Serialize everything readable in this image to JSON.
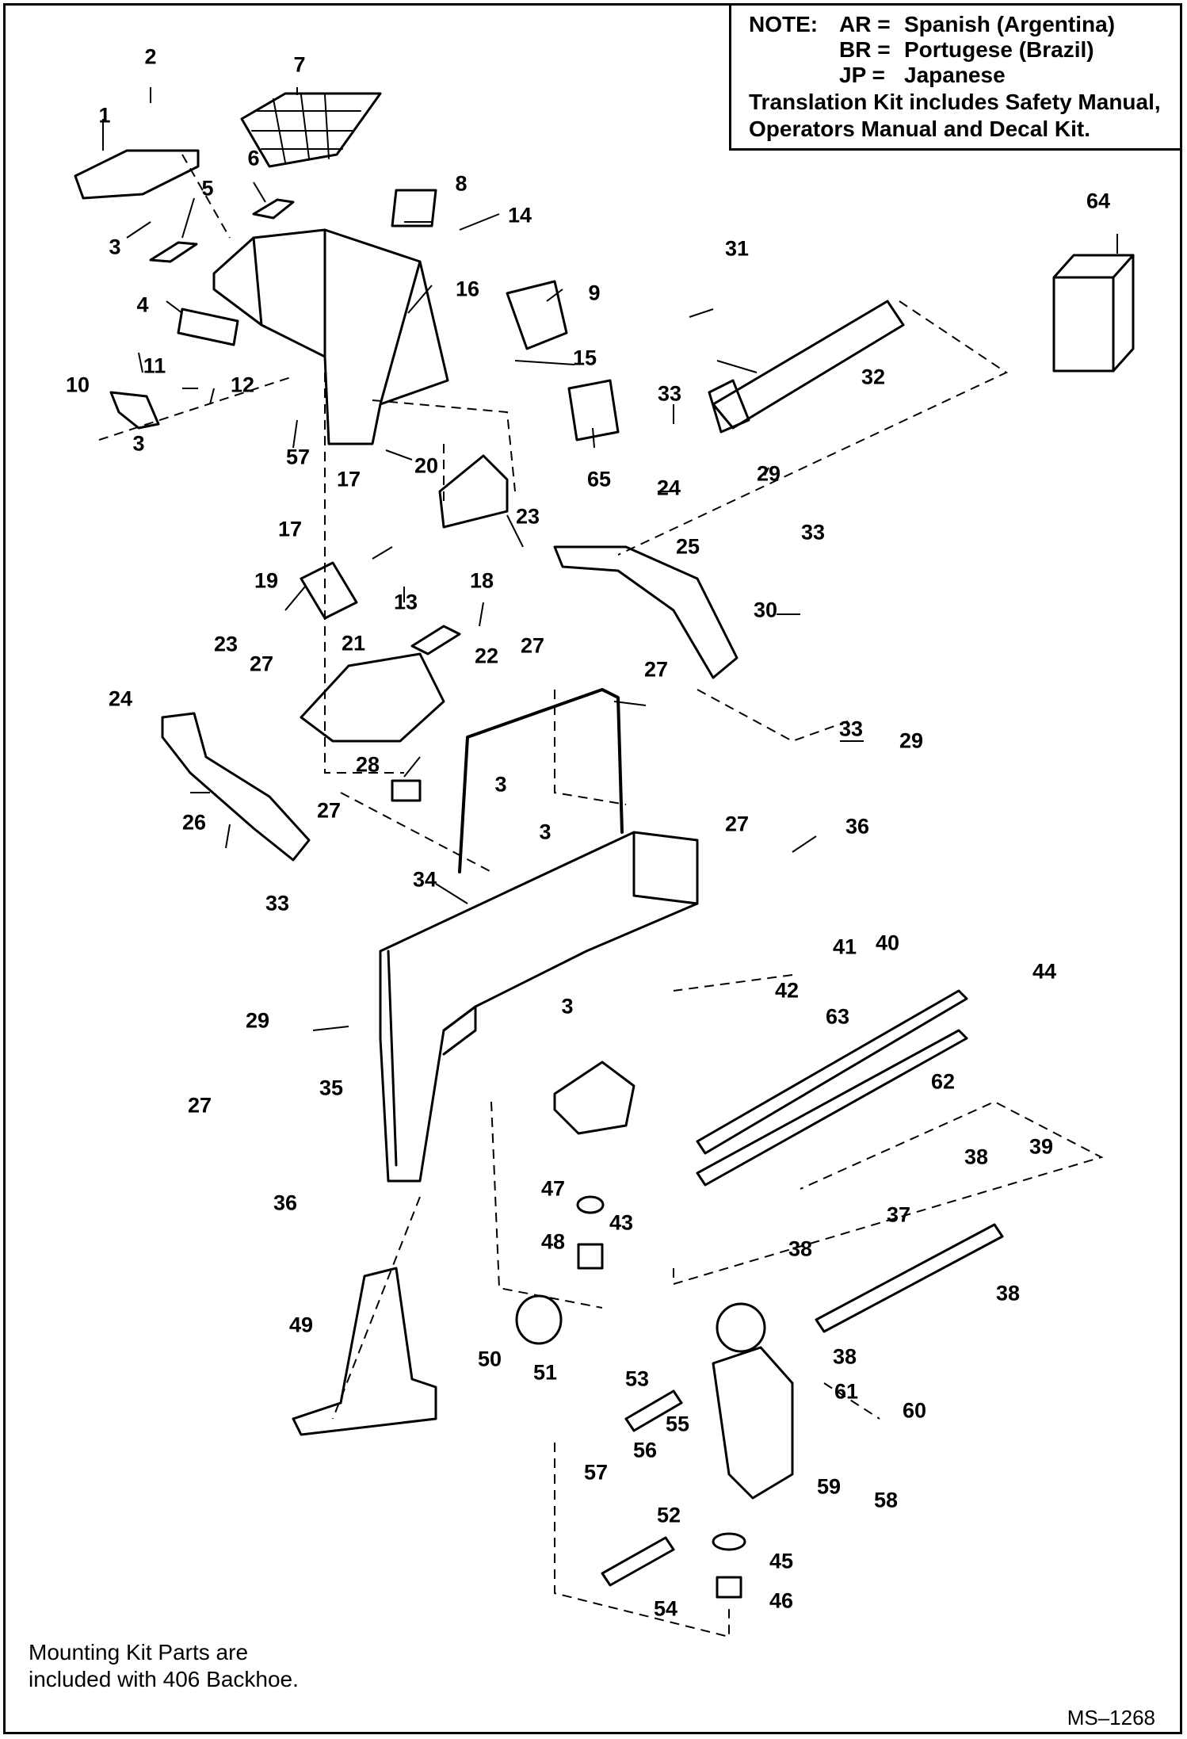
{
  "note": {
    "heading": "NOTE:",
    "lines": [
      {
        "code": "AR =",
        "language": "Spanish (Argentina)"
      },
      {
        "code": "BR =",
        "language": "Portugese (Brazil)"
      },
      {
        "code": "JP =",
        "language": "Japanese"
      }
    ],
    "kit_line_1": "Translation Kit includes Safety Manual,",
    "kit_line_2": "Operators Manual and Decal Kit."
  },
  "footer": {
    "line_1": "Mounting Kit Parts are",
    "line_2": "included with 406 Backhoe."
  },
  "drawing_number": "MS–1268",
  "callouts": [
    "1",
    "2",
    "3",
    "3",
    "3",
    "3",
    "3",
    "4",
    "5",
    "6",
    "7",
    "8",
    "9",
    "10",
    "11",
    "12",
    "13",
    "14",
    "15",
    "16",
    "17",
    "17",
    "18",
    "19",
    "20",
    "21",
    "22",
    "23",
    "23",
    "24",
    "24",
    "25",
    "26",
    "27",
    "27",
    "27",
    "27",
    "27",
    "27",
    "28",
    "29",
    "29",
    "29",
    "30",
    "31",
    "32",
    "33",
    "33",
    "33",
    "33",
    "34",
    "35",
    "36",
    "36",
    "37",
    "38",
    "38",
    "38",
    "38",
    "39",
    "40",
    "41",
    "42",
    "43",
    "44",
    "45",
    "46",
    "47",
    "48",
    "49",
    "50",
    "51",
    "52",
    "53",
    "54",
    "55",
    "56",
    "57",
    "57",
    "58",
    "59",
    "60",
    "61",
    "62",
    "63",
    "64",
    "65"
  ],
  "colors": {
    "line": "#000000",
    "background": "#ffffff"
  }
}
